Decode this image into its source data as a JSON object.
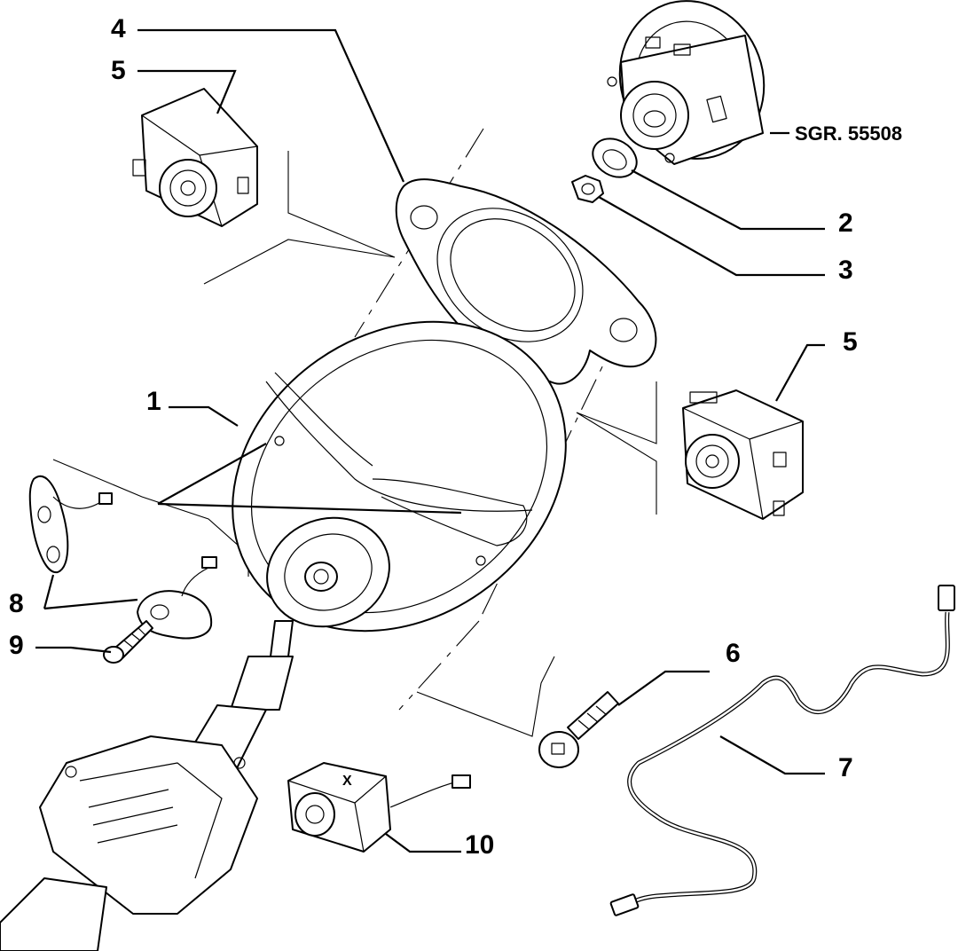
{
  "callouts": {
    "c1": "1",
    "c2": "2",
    "c3": "3",
    "c4": "4",
    "c5a": "5",
    "c5b": "5",
    "c6": "6",
    "c7": "7",
    "c8": "8",
    "c9": "9",
    "c10": "10",
    "airbag_ref": "SGR. 55508"
  },
  "part_marks": {
    "switch_x": "X"
  },
  "colors": {
    "line": "#000000",
    "background": "#ffffff",
    "shade": "#e6e6e6"
  }
}
